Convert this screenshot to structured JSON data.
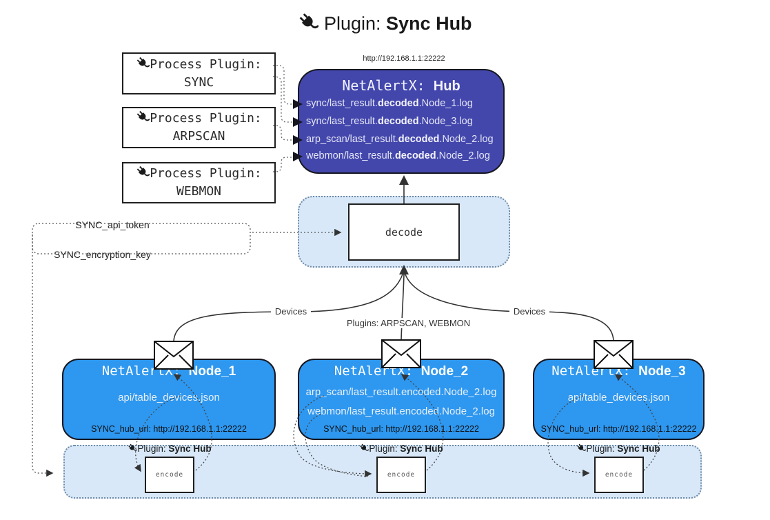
{
  "colors": {
    "hub_bg": "#4347ac",
    "node_bg": "#2e97ef",
    "panel_bg": "#d8e8f8",
    "panel_border": "#6f8aa5",
    "line": "#333333"
  },
  "title": {
    "prefix": "Plugin:",
    "name": "Sync Hub"
  },
  "hub": {
    "url": "http://192.168.1.1:22222",
    "title_prefix": "NetAlertX:",
    "title_name": "Hub",
    "files": [
      {
        "pre": "sync/last_result.",
        "bold": "decoded",
        "post": ".Node_1.log"
      },
      {
        "pre": "sync/last_result.",
        "bold": "decoded",
        "post": ".Node_3.log"
      },
      {
        "pre": "arp_scan/last_result.",
        "bold": "decoded",
        "post": ".Node_2.log"
      },
      {
        "pre": "webmon/last_result.",
        "bold": "decoded",
        "post": ".Node_2.log"
      }
    ]
  },
  "process_plugins": [
    {
      "label": "Process Plugin:",
      "name": "SYNC"
    },
    {
      "label": "Process Plugin:",
      "name": "ARPSCAN"
    },
    {
      "label": "Process Plugin:",
      "name": "WEBMON"
    }
  ],
  "decode": {
    "label": "decode"
  },
  "settings": {
    "api_token": "SYNC_api_token",
    "encryption_key": "SYNC_encryption_key"
  },
  "edges": {
    "devices_left": "Devices",
    "plugins_middle": "Plugins: ARPSCAN, WEBMON",
    "devices_right": "Devices"
  },
  "nodes": [
    {
      "title_prefix": "NetAlertX:",
      "title_name": "Node_1",
      "files": [
        "api/table_devices.json"
      ],
      "hub_url": "SYNC_hub_url: http://192.168.1.1:22222"
    },
    {
      "title_prefix": "NetAlertX:",
      "title_name": "Node_2",
      "files": [
        "arp_scan/last_result.encoded.Node_2.log",
        "webmon/last_result.encoded.Node_2.log"
      ],
      "hub_url": "SYNC_hub_url: http://192.168.1.1:22222"
    },
    {
      "title_prefix": "NetAlertX:",
      "title_name": "Node_3",
      "files": [
        "api/table_devices.json"
      ],
      "hub_url": "SYNC_hub_url: http://192.168.1.1:22222"
    }
  ],
  "encoders": [
    {
      "prefix": "Plugin:",
      "name": "Sync Hub",
      "box": "encode"
    },
    {
      "prefix": "Plugin:",
      "name": "Sync Hub",
      "box": "encode"
    },
    {
      "prefix": "Plugin:",
      "name": "Sync Hub",
      "box": "encode"
    }
  ]
}
